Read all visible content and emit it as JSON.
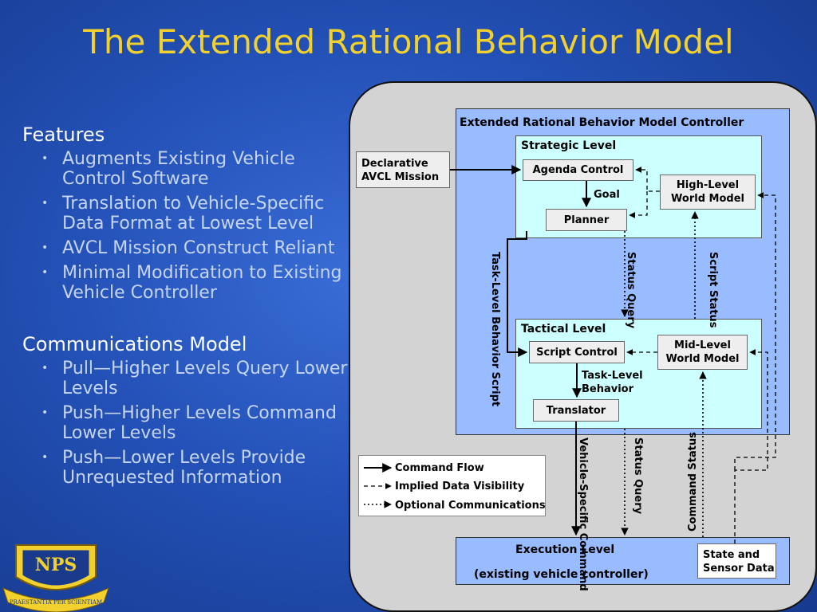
{
  "title": "The Extended Rational Behavior Model",
  "features": {
    "heading": "Features",
    "items": [
      "Augments Existing Vehicle Control Software",
      "Translation to Vehicle-Specific Data Format at Lowest Level",
      "AVCL Mission Construct Reliant",
      "Minimal Modification to Existing Vehicle Controller"
    ]
  },
  "comms": {
    "heading": "Communications Model",
    "items": [
      "Pull—Higher Levels Query Lower Levels",
      "Push—Higher Levels Command Lower Levels",
      "Push—Lower Levels Provide Unrequested Information"
    ]
  },
  "logo": {
    "text": "NPS",
    "motto": "PRAESTANTIA PER SCIENTIAM"
  },
  "diagram": {
    "controller_title": "Extended Rational Behavior Model Controller",
    "mission": "Declarative AVCL Mission",
    "strategic": {
      "title": "Strategic Level",
      "agenda": "Agenda Control",
      "goal": "Goal",
      "planner": "Planner",
      "world": "High-Level World Model"
    },
    "vertical": {
      "task_script": "Task-Level Behavior Script",
      "status_query": "Status Query",
      "script_status": "Script Status",
      "vehicle_cmd": "Vehicle-Specific Command",
      "status_query2": "Status Query",
      "command_status": "Command Status"
    },
    "tactical": {
      "title": "Tactical Level",
      "script_control": "Script Control",
      "world": "Mid-Level World Model",
      "task_behavior": "Task-Level Behavior",
      "translator": "Translator"
    },
    "legend": {
      "command_flow": "Command Flow",
      "implied": "Implied Data Visibility",
      "optional": "Optional Communications"
    },
    "execution": {
      "title": "Execution Level",
      "subtitle": "(existing vehicle controller)",
      "state": "State and Sensor Data"
    }
  },
  "colors": {
    "title": "#f2d12e",
    "bullet_text": "#c6d5f3",
    "controller_bg": "#99bbff",
    "level_bg": "#ccffff",
    "panel_bg": "#d3d3d3"
  }
}
